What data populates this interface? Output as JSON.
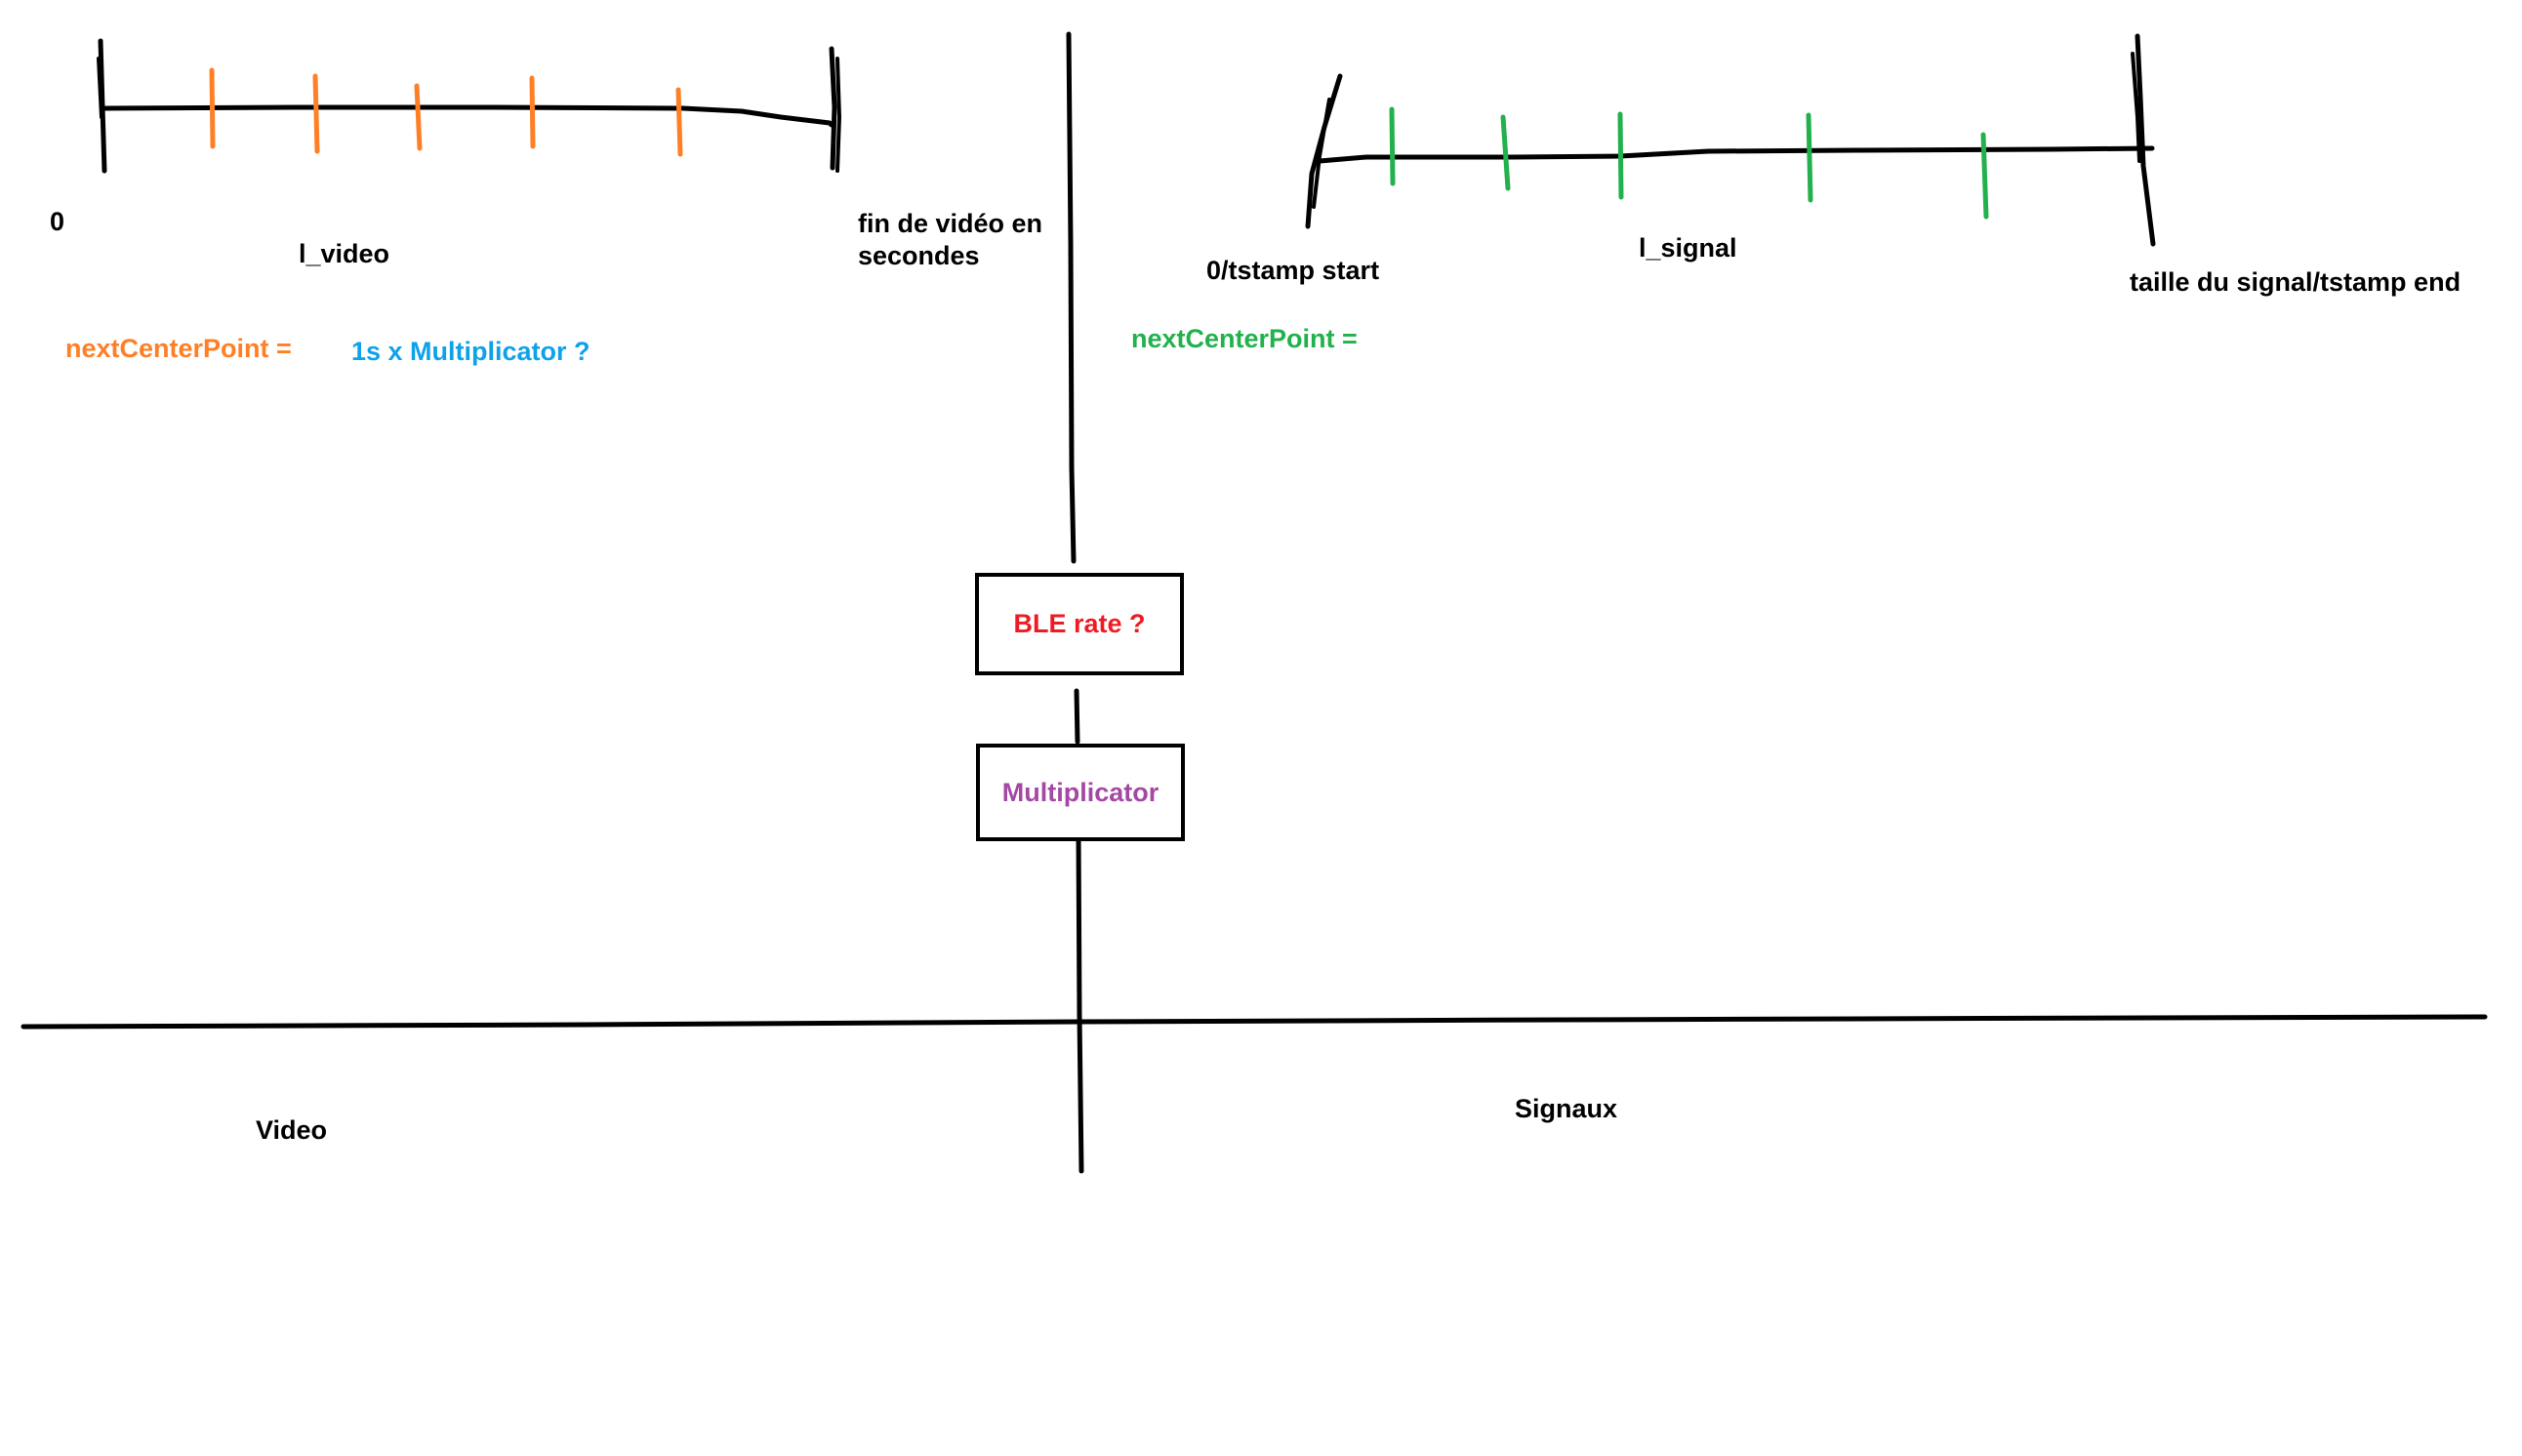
{
  "colors": {
    "stroke": "#000000",
    "video_ticks": "#ff7f27",
    "signal_ticks": "#22b14c",
    "multiplicator_text": "#0ea2e8",
    "ble_rate": "#ed1c24",
    "multiplicator_box": "#a349a4"
  },
  "video": {
    "start_label": "0",
    "length_label": "l_video",
    "end_label": "fin de vidéo en secondes",
    "next_center_label": "nextCenterPoint =",
    "next_center_formula": "1s x Multiplicator ?",
    "section_label": "Video"
  },
  "signal": {
    "start_label": "0/tstamp start",
    "length_label": "l_signal",
    "end_label": "taille du signal/tstamp end",
    "next_center_label": "nextCenterPoint =",
    "section_label": "Signaux"
  },
  "center": {
    "ble_rate_label": "BLE rate ?",
    "multiplicator_label": "Multiplicator"
  }
}
